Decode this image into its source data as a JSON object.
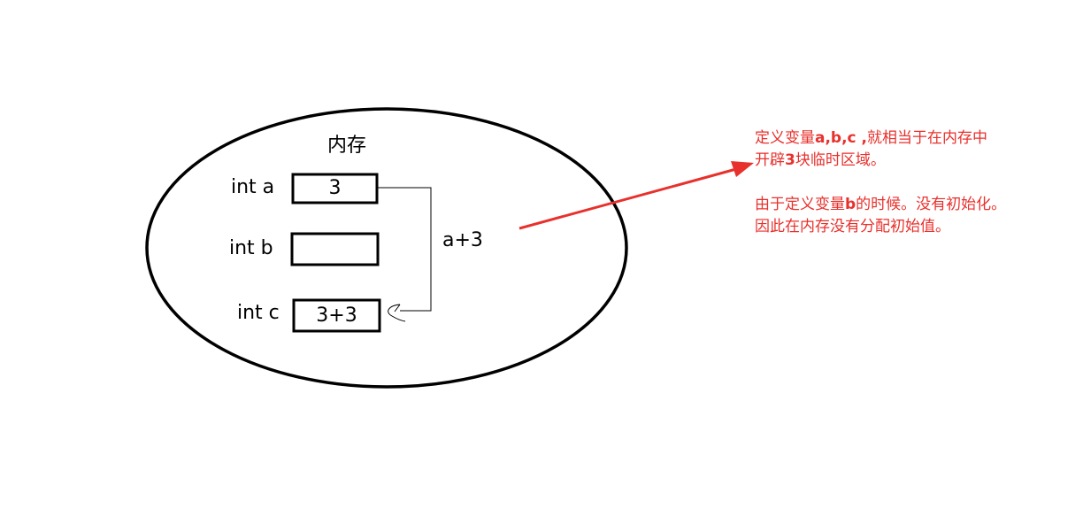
{
  "memory": {
    "title": "内存",
    "variables": [
      {
        "label": "int a",
        "value": "3"
      },
      {
        "label": "int b",
        "value": ""
      },
      {
        "label": "int c",
        "value": "3+3"
      }
    ],
    "flow_label": "a+3"
  },
  "notes": {
    "line1_pre": "定义变量",
    "line1_bold": "a,b,c ,",
    "line1_post": "就相当于在内存中",
    "line2_pre": "开辟",
    "line2_bold": "3",
    "line2_post": "块临时区域。",
    "line3_pre": "由于定义变量",
    "line3_bold": "b",
    "line3_post": "的时候。没有初始化。",
    "line4": "因此在内存没有分配初始值。"
  },
  "colors": {
    "stroke": "#000000",
    "arrow": "#e8302c",
    "note_text": "#e8302c"
  }
}
